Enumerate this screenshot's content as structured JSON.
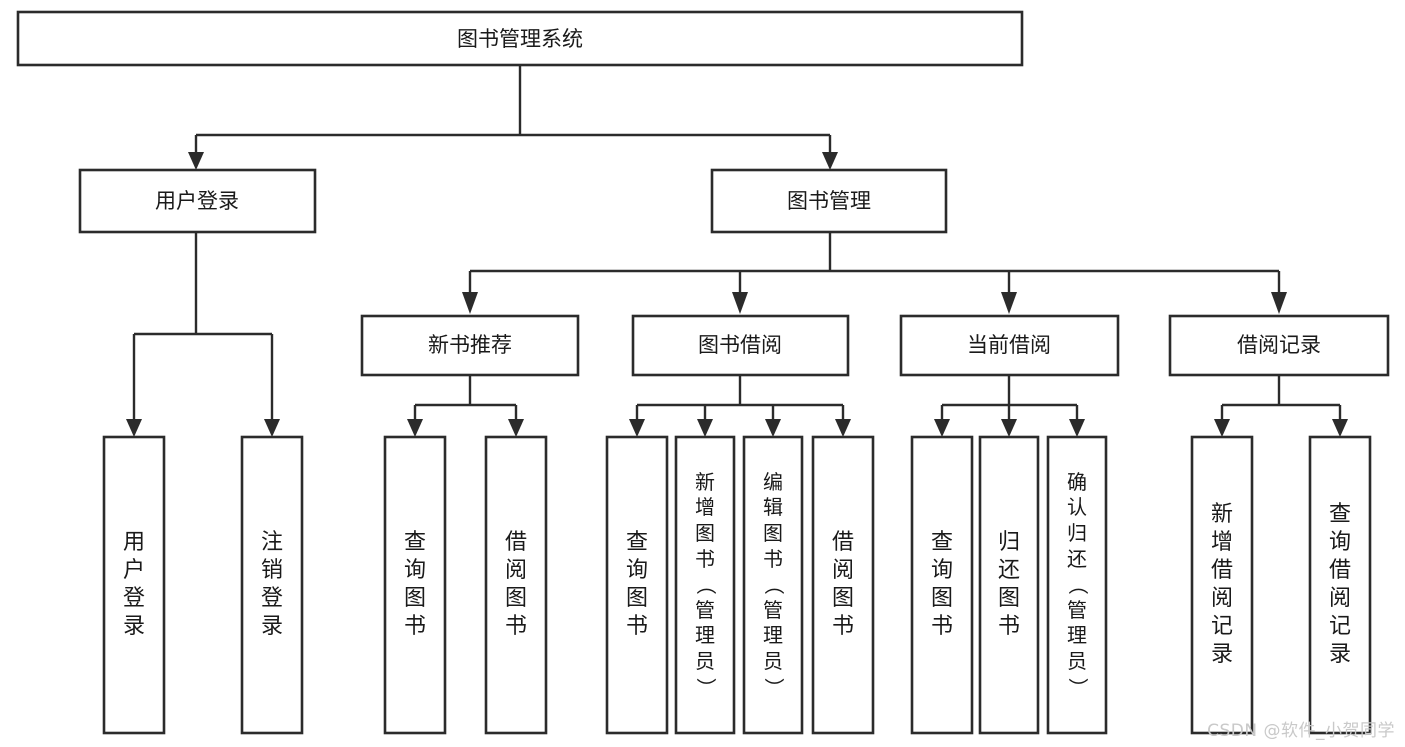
{
  "diagram": {
    "title": "图书管理系统",
    "type": "hierarchy-tree",
    "watermark": "CSDN @软件_小贺同学",
    "colors": {
      "box_fill": "#ffffff",
      "box_stroke": "#2b2b2b",
      "connector": "#2b2b2b",
      "text": "#1a1a1a",
      "watermark": "#c9c9c9",
      "background": "#ffffff"
    },
    "root": {
      "id": "root",
      "label": "图书管理系统",
      "orientation": "horizontal"
    },
    "level2": [
      {
        "id": "user-login",
        "label": "用户登录",
        "orientation": "horizontal"
      },
      {
        "id": "book-manage",
        "label": "图书管理",
        "orientation": "horizontal"
      }
    ],
    "level3": [
      {
        "id": "new-book-recommend",
        "label": "新书推荐",
        "parent": "book-manage",
        "orientation": "horizontal"
      },
      {
        "id": "book-borrow",
        "label": "图书借阅",
        "parent": "book-manage",
        "orientation": "horizontal"
      },
      {
        "id": "current-borrow",
        "label": "当前借阅",
        "parent": "book-manage",
        "orientation": "horizontal"
      },
      {
        "id": "borrow-record",
        "label": "借阅记录",
        "parent": "book-manage",
        "orientation": "horizontal"
      }
    ],
    "leaves": [
      {
        "id": "leaf-user-login",
        "label": "用户登录",
        "parent": "user-login",
        "orientation": "vertical"
      },
      {
        "id": "leaf-user-logout",
        "label": "注销登录",
        "parent": "user-login",
        "orientation": "vertical"
      },
      {
        "id": "leaf-query-book-1",
        "label": "查询图书",
        "parent": "new-book-recommend",
        "orientation": "vertical"
      },
      {
        "id": "leaf-borrow-book-1",
        "label": "借阅图书",
        "parent": "new-book-recommend",
        "orientation": "vertical"
      },
      {
        "id": "leaf-query-book-2",
        "label": "查询图书",
        "parent": "book-borrow",
        "orientation": "vertical"
      },
      {
        "id": "leaf-add-book",
        "label": "新增图书（管理员）",
        "parent": "book-borrow",
        "orientation": "vertical"
      },
      {
        "id": "leaf-edit-book",
        "label": "编辑图书（管理员）",
        "parent": "book-borrow",
        "orientation": "vertical"
      },
      {
        "id": "leaf-borrow-book-2",
        "label": "借阅图书",
        "parent": "book-borrow",
        "orientation": "vertical"
      },
      {
        "id": "leaf-query-book-3",
        "label": "查询图书",
        "parent": "current-borrow",
        "orientation": "vertical"
      },
      {
        "id": "leaf-return-book",
        "label": "归还图书",
        "parent": "current-borrow",
        "orientation": "vertical"
      },
      {
        "id": "leaf-confirm-return",
        "label": "确认归还（管理员）",
        "parent": "current-borrow",
        "orientation": "vertical"
      },
      {
        "id": "leaf-add-record",
        "label": "新增借阅记录",
        "parent": "borrow-record",
        "orientation": "vertical"
      },
      {
        "id": "leaf-query-record",
        "label": "查询借阅记录",
        "parent": "borrow-record",
        "orientation": "vertical"
      }
    ]
  }
}
